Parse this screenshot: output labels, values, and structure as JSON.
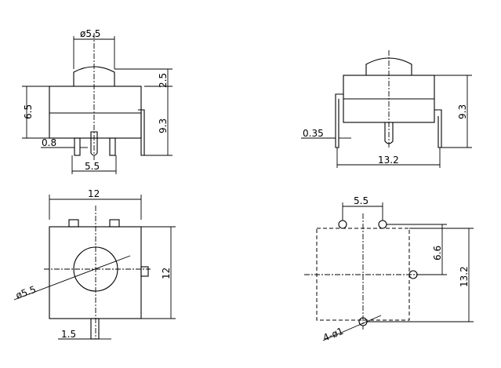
{
  "views": {
    "front": {
      "diameter_top": "ø5.5",
      "cap_height": "2.5",
      "body_height": "6.5",
      "total_height": "9.3",
      "pin_width": "0.8",
      "pin_spacing": "5.5"
    },
    "side": {
      "total_height": "9.3",
      "thickness": "0.35",
      "width": "13.2"
    },
    "top": {
      "width": "12",
      "height": "12",
      "button_diameter": "ø5.5",
      "pin_offset": "1.5"
    },
    "footprint": {
      "pin_spacing": "5.5",
      "vertical_offset": "6.6",
      "overall": "13.2",
      "holes": "4-ø1"
    }
  }
}
